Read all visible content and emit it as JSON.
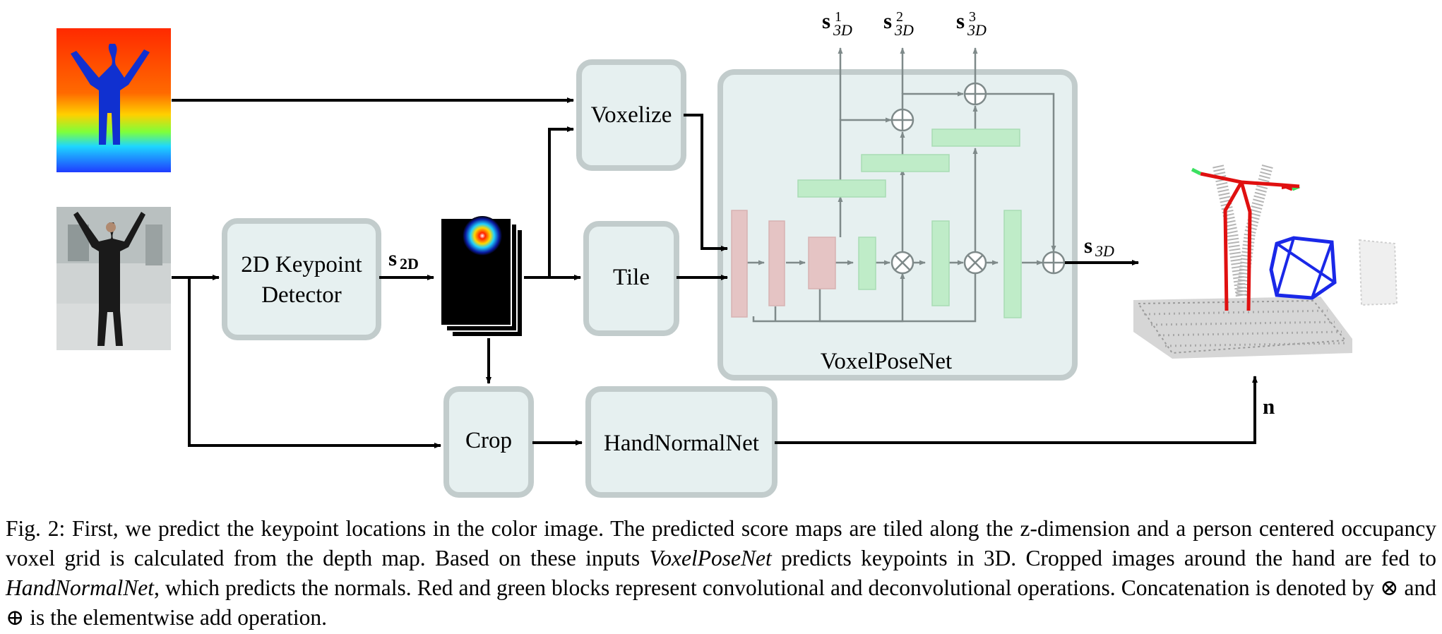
{
  "figure": {
    "boxes": {
      "voxelize": "Voxelize",
      "keypoint_line1": "2D Keypoint",
      "keypoint_line2": "Detector",
      "tile": "Tile",
      "crop": "Crop",
      "handnormalnet": "HandNormalNet",
      "voxelposenet": "VoxelPoseNet"
    },
    "labels": {
      "s2d_base": "s",
      "s2d_sub": "2D",
      "s3d_base": "s",
      "s3d_sub": "3D",
      "s3d_sup1": "1",
      "s3d_sup2": "2",
      "s3d_sup3": "3",
      "n": "n"
    }
  },
  "caption": {
    "part1": "Fig. 2: First, we predict the keypoint locations in the color image. The predicted score maps are tiled along the z-dimension and a person centered occupancy voxel grid is calculated from the depth map. Based on these inputs ",
    "voxelposenet": "VoxelPoseNet",
    "part2": " predicts keypoints in 3D. Cropped images around the hand are fed to ",
    "handnormalnet": "HandNormalNet",
    "part3": ", which predicts the normals. Red and green blocks represent convolutional and deconvolutional operations. Concatenation is denoted by ",
    "concat_symbol": "⊗",
    "part4": " and ",
    "add_symbol": "⊕",
    "part5": " is the elementwise add operation."
  },
  "colors": {
    "box_fill": "#e6f0f0",
    "box_border": "#c2cccc",
    "conv_red": "#e5c4c4",
    "deconv_green": "#bfecc8",
    "arrow": "#000000",
    "inner_arrow": "#7f8a8a"
  }
}
